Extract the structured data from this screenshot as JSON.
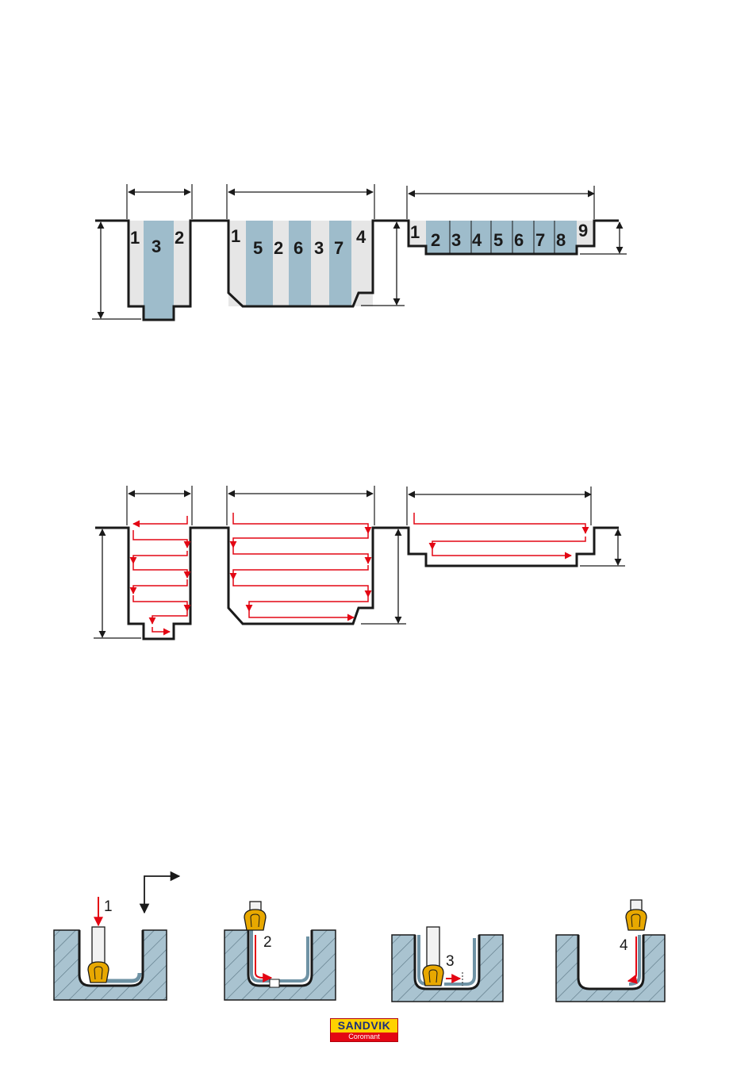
{
  "section1": {
    "groove_a_labels": [
      "1",
      "3",
      "2"
    ],
    "groove_b_labels": [
      "1",
      "5",
      "2",
      "6",
      "3",
      "7",
      "4"
    ],
    "groove_c_labels": [
      "1",
      "2",
      "3",
      "4",
      "5",
      "6",
      "7",
      "8",
      "9"
    ]
  },
  "section3": {
    "steps": [
      "1",
      "2",
      "3",
      "4"
    ]
  },
  "logo": {
    "brand": "SANDVIK",
    "sub": "Coromant"
  },
  "colors": {
    "outline": "#1a1a1a",
    "light_fill": "#e6e6e6",
    "blue_fill": "#9ebccb",
    "arrow_red": "#e30613",
    "insert_yellow": "#e8a800",
    "hatch_bg": "#a9c3d0"
  }
}
